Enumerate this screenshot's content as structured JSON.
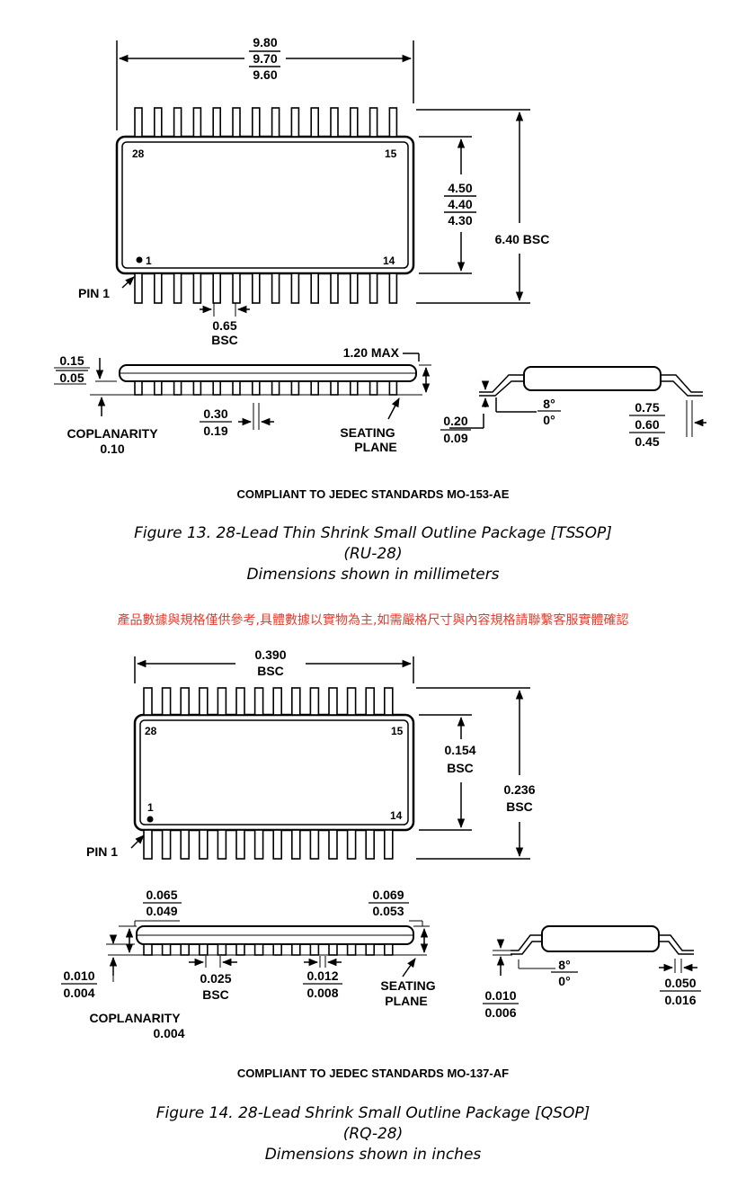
{
  "note_color": "#e53b2c",
  "tssop": {
    "length": [
      "9.80",
      "9.70",
      "9.60"
    ],
    "body_width": [
      "4.50",
      "4.40",
      "4.30"
    ],
    "overall_width": "6.40 BSC",
    "pin_labels": {
      "tl": "28",
      "tr": "15",
      "bl": "1",
      "br": "14"
    },
    "pin1": "PIN 1",
    "pitch": [
      "0.65",
      "BSC"
    ],
    "standoff": [
      "0.15",
      "0.05"
    ],
    "height": "1.20 MAX",
    "coplanarity": [
      "COPLANARITY",
      "0.10"
    ],
    "lead_width": [
      "0.30",
      "0.19"
    ],
    "seating": [
      "SEATING",
      "PLANE"
    ],
    "thickness": [
      "0.20",
      "0.09"
    ],
    "angle": [
      "8°",
      "0°"
    ],
    "foot": [
      "0.75",
      "0.60",
      "0.45"
    ],
    "standard": "COMPLIANT TO JEDEC STANDARDS MO-153-AE",
    "caption": [
      "Figure 13. 28-Lead Thin Shrink Small Outline Package [TSSOP]",
      "(RU-28)",
      "Dimensions shown in millimeters"
    ]
  },
  "note": "產品數據與規格僅供參考,具體數據以實物為主,如需嚴格尺寸與內容規格請聯繫客服實體確認",
  "qsop": {
    "length": [
      "0.390",
      "BSC"
    ],
    "body_width": [
      "0.154",
      "BSC"
    ],
    "overall_width": [
      "0.236",
      "BSC"
    ],
    "pin_labels": {
      "tl": "28",
      "tr": "15",
      "bl": "1",
      "br": "14"
    },
    "pin1": "PIN 1",
    "height_left": [
      "0.065",
      "0.049"
    ],
    "height_right": [
      "0.069",
      "0.053"
    ],
    "standoff": [
      "0.010",
      "0.004"
    ],
    "pitch": [
      "0.025",
      "BSC"
    ],
    "lead_width": [
      "0.012",
      "0.008"
    ],
    "seating": [
      "SEATING",
      "PLANE"
    ],
    "coplanarity": [
      "COPLANARITY",
      "0.004"
    ],
    "thickness": [
      "0.010",
      "0.006"
    ],
    "angle": [
      "8°",
      "0°"
    ],
    "foot": [
      "0.050",
      "0.016"
    ],
    "standard": "COMPLIANT TO JEDEC STANDARDS MO-137-AF",
    "caption": [
      "Figure 14. 28-Lead Shrink Small Outline Package [QSOP]",
      "(RQ-28)",
      "Dimensions shown in inches"
    ]
  }
}
